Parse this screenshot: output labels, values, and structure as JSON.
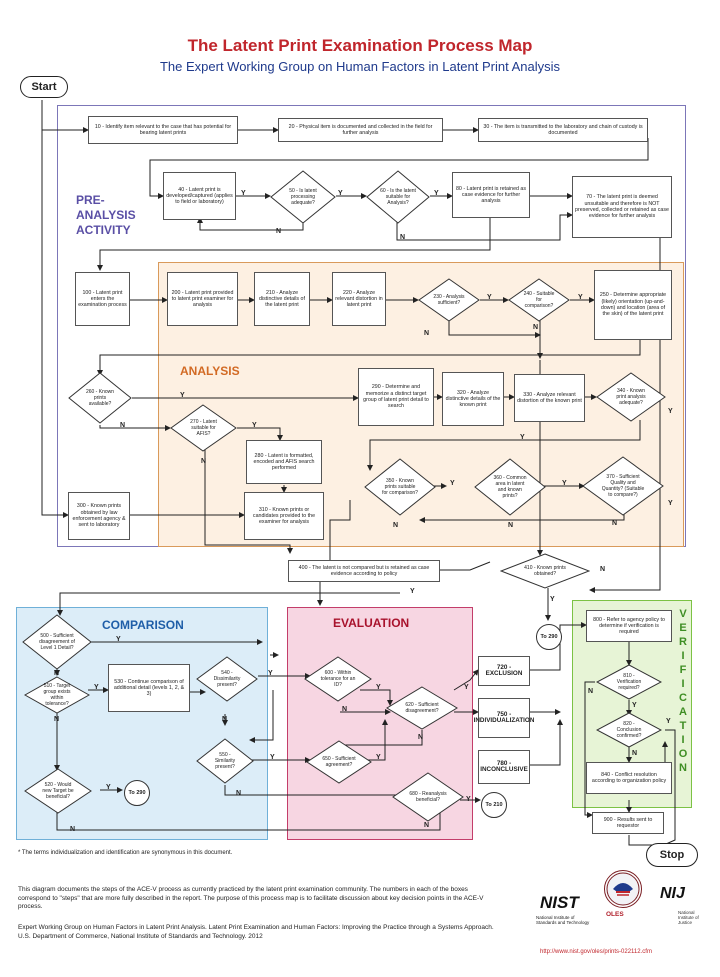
{
  "title": "The Latent Print Examination Process Map",
  "subtitle": "The Expert Working Group on Human Factors in Latent Print Analysis",
  "terminals": {
    "start": "Start",
    "stop": "Stop"
  },
  "regions": {
    "pre_analysis": [
      "PRE-",
      "ANALYSIS",
      "ACTIVITY"
    ],
    "analysis": "ANALYSIS",
    "comparison": "COMPARISON",
    "evaluation": "EVALUATION",
    "verification": [
      "V",
      "E",
      "R",
      "I",
      "F",
      "I",
      "C",
      "A",
      "T",
      "I",
      "O",
      "N"
    ]
  },
  "steps": {
    "s10": "10 - Identify item relevant to the case that has potential for bearing latent prints",
    "s20": "20 - Physical item is documented and collected in the field for further analysis",
    "s30": "30 - The item is transmitted to the laboratory and chain of custody is documented",
    "s40": "40 - Latent print is developed/captured (applies to field or laboratory)",
    "s50": "50 - Is latent processing adequate?",
    "s60": "60 - Is the latent suitable for Analysis?",
    "s80": "80 - Latent print is retained as case evidence for further analysis",
    "s70": "70 - The latent print is deemed unsuitable and therefore is NOT preserved, collected or retained as case evidence for further analysis",
    "s100": "100 - Latent print enters the examination process",
    "s200": "200 - Latent print provided to latent print examiner for analysis",
    "s210": "210 - Analyze distinctive details of the latent print",
    "s220": "220 - Analyze relevant distortion in latent print",
    "s230": "230 - Analysis sufficient?",
    "s240": "240 - Suitable for comparison?",
    "s250": "250 - Determine appropriate (likely) orientation (up-and-down) and location (area of the skin) of the latent print",
    "s260": "260 - Known prints available?",
    "s270": "270 - Latent suitable for AFIS?",
    "s280": "280 - Latent is formatted, encoded and AFIS search performed",
    "s290": "290 - Determine and memorize a distinct target group of latent print detail to search",
    "s300": "300 - Known prints obtained by law enforcement agency & sent to laboratory",
    "s310": "310 - Known prints or candidates provided to the examiner for analysis",
    "s320": "320 - Analyze distinctive details of the known print",
    "s330": "330 - Analyze relevant distortion of the known print",
    "s340": "340 - Known print analysis adequate?",
    "s350": "350 - Known prints suitable for comparison?",
    "s360": "360 - Common area in latent and known prints?",
    "s370": "370 - Sufficient Quality and Quantity? (Suitable to compare?)",
    "s400": "400 - The latent is not compared but is retained as case evidence according to policy",
    "s410": "410 - Known prints obtained?",
    "s500": "500 - Sufficient disagreement of Level 1 Detail?",
    "s510": "510 - Target group exists within tolerance?",
    "s520": "520 - Would new Target be beneficial?",
    "s530": "530 - Continue comparison of additional detail (levels 1, 2, & 3)",
    "s540": "540 - Dissimilarity present?",
    "s550": "550 - Similarity present?",
    "s600": "600 - Within tolerance for an ID?",
    "s620": "620 - Sufficient disagreement?",
    "s650": "650 - Sufficient agreement?",
    "s680": "680 - Reanalysis beneficial?",
    "s720": "720 - EXCLUSION",
    "s750": "750 - INDIVIDUALIZATION",
    "s780": "780 - INCONCLUSIVE",
    "s800": "800 - Refer to agency policy to determine if verification is required",
    "s810": "810 - Verification required?",
    "s820": "820 - Conclusion confirmed?",
    "s840": "840 - Conflict resolution according to organization policy",
    "s900": "900 - Results sent to requestor"
  },
  "connectors": {
    "to290": "To 290",
    "to210": "To 210"
  },
  "answers": {
    "yes": "Y",
    "no": "N"
  },
  "footnote": "* The terms individualization and identification are synonymous in this document.",
  "description": "This diagram documents the steps of the ACE-V process as currently practiced by the latent print examination community. The numbers in each of the boxes correspond to \"steps\" that are more fully described in the report. The purpose of this process map is to facilitate discussion about key decision points in the ACE-V process.",
  "citation": "Expert Working Group on Human Factors in Latent Print Analysis. Latent Print Examination and Human Factors: Improving the Practice through a Systems Approach. U.S. Department of Commerce, National Institute of Standards and Technology. 2012",
  "logos": {
    "nist": "NIST",
    "nist_sub": "National Institute of Standards and Technology",
    "oles": "OLES",
    "nij": "NIJ",
    "nij_sub": "National Institute of Justice"
  },
  "url": "http://www.nist.gov/oles/prints-022112.cfm",
  "colors": {
    "title": "#c0262c",
    "subtitle": "#1f3a8c",
    "pre": "#5a4fa5",
    "analysis": "#d26a24",
    "comparison": "#1f5ea8",
    "evaluation": "#a8122c",
    "verification": "#3f8e24"
  }
}
